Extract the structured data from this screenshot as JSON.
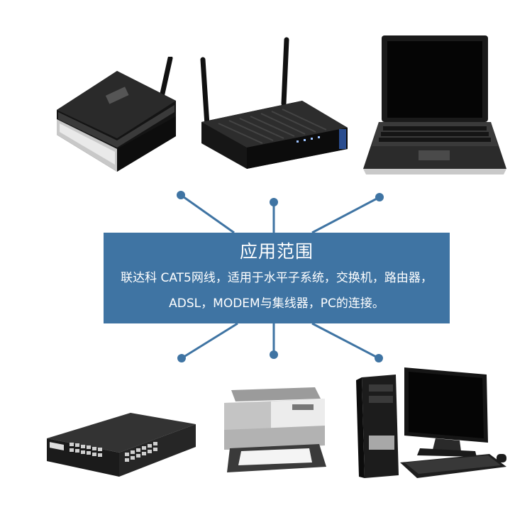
{
  "banner": {
    "title": "应用范围",
    "line1": "联达科 CAT5网线，适用于水平子系统，交换机，路由器，",
    "line2": "ADSL，MODEM与集线器，PC的连接。",
    "color": "#3f74a3"
  },
  "connector_color": "#3f74a3",
  "devices": {
    "router_dlink": {
      "icon": "wireless-router-icon"
    },
    "router_trendnet": {
      "icon": "wireless-router-icon"
    },
    "laptop": {
      "icon": "laptop-icon"
    },
    "switch": {
      "icon": "network-switch-icon"
    },
    "printer": {
      "icon": "printer-icon"
    },
    "desktop_pc": {
      "icon": "desktop-computer-icon"
    }
  }
}
